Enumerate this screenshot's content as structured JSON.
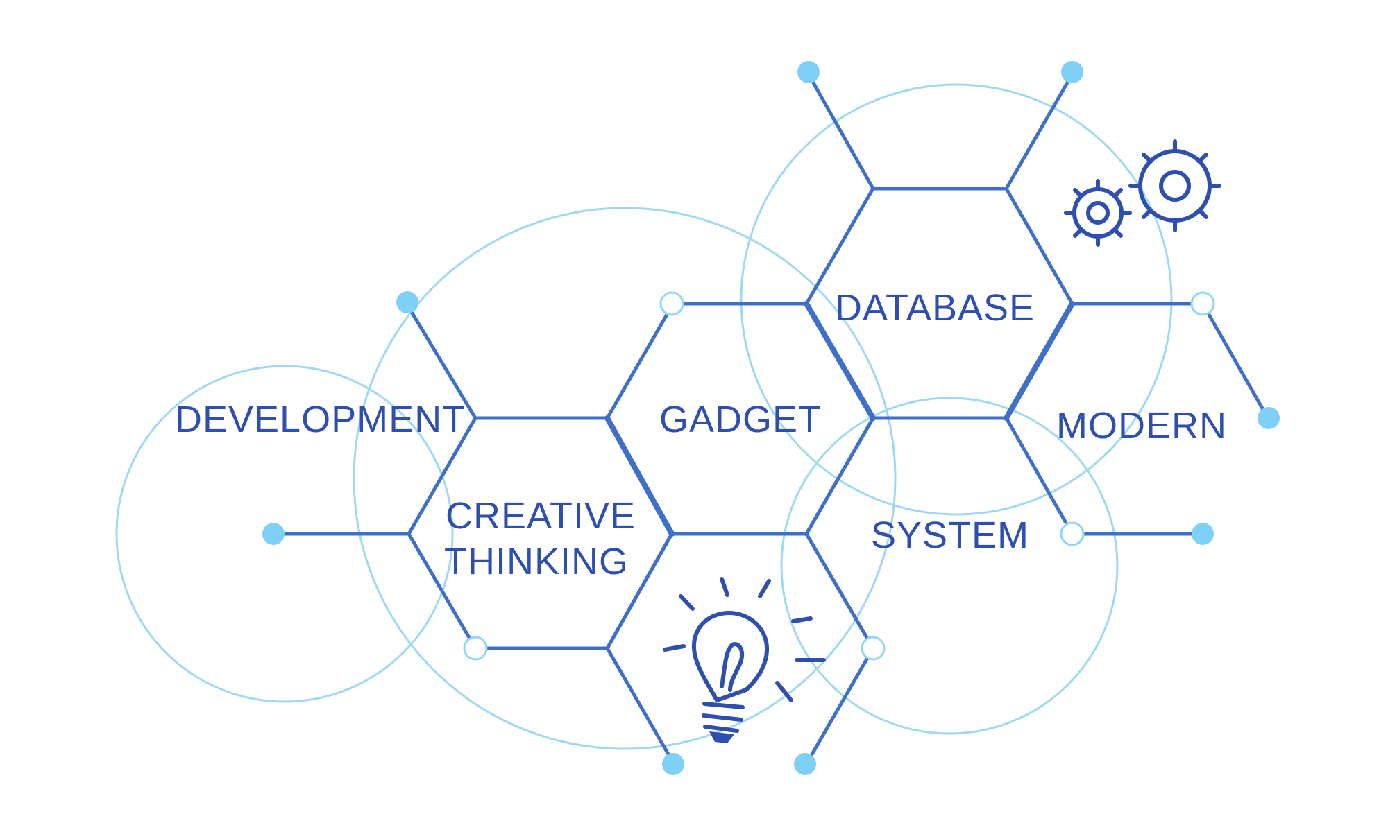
{
  "diagram": {
    "labels": {
      "development": "DEVELOPMENT",
      "creative_line1": "CREATIVE",
      "creative_line2": "THINKING",
      "gadget": "GADGET",
      "database": "DATABASE",
      "system": "SYSTEM",
      "modern": "MODERN"
    },
    "icons": [
      "lightbulb-icon",
      "gears-icon"
    ],
    "colors": {
      "line": "#3e6fc9",
      "text": "#2f4fb0",
      "circle": "#9ed8f3",
      "node": "#7fd0f7"
    }
  }
}
